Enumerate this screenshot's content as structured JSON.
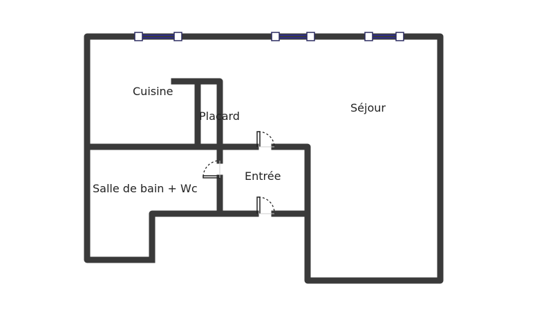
{
  "rooms": {
    "cuisine": "Cuisine",
    "placard": "Placard",
    "sejour": "Séjour",
    "entree": "Entrée",
    "salle_de_bain": "Salle de bain + Wc"
  },
  "colors": {
    "wall": "#3a3a3a",
    "window": "#2a2aa0"
  }
}
